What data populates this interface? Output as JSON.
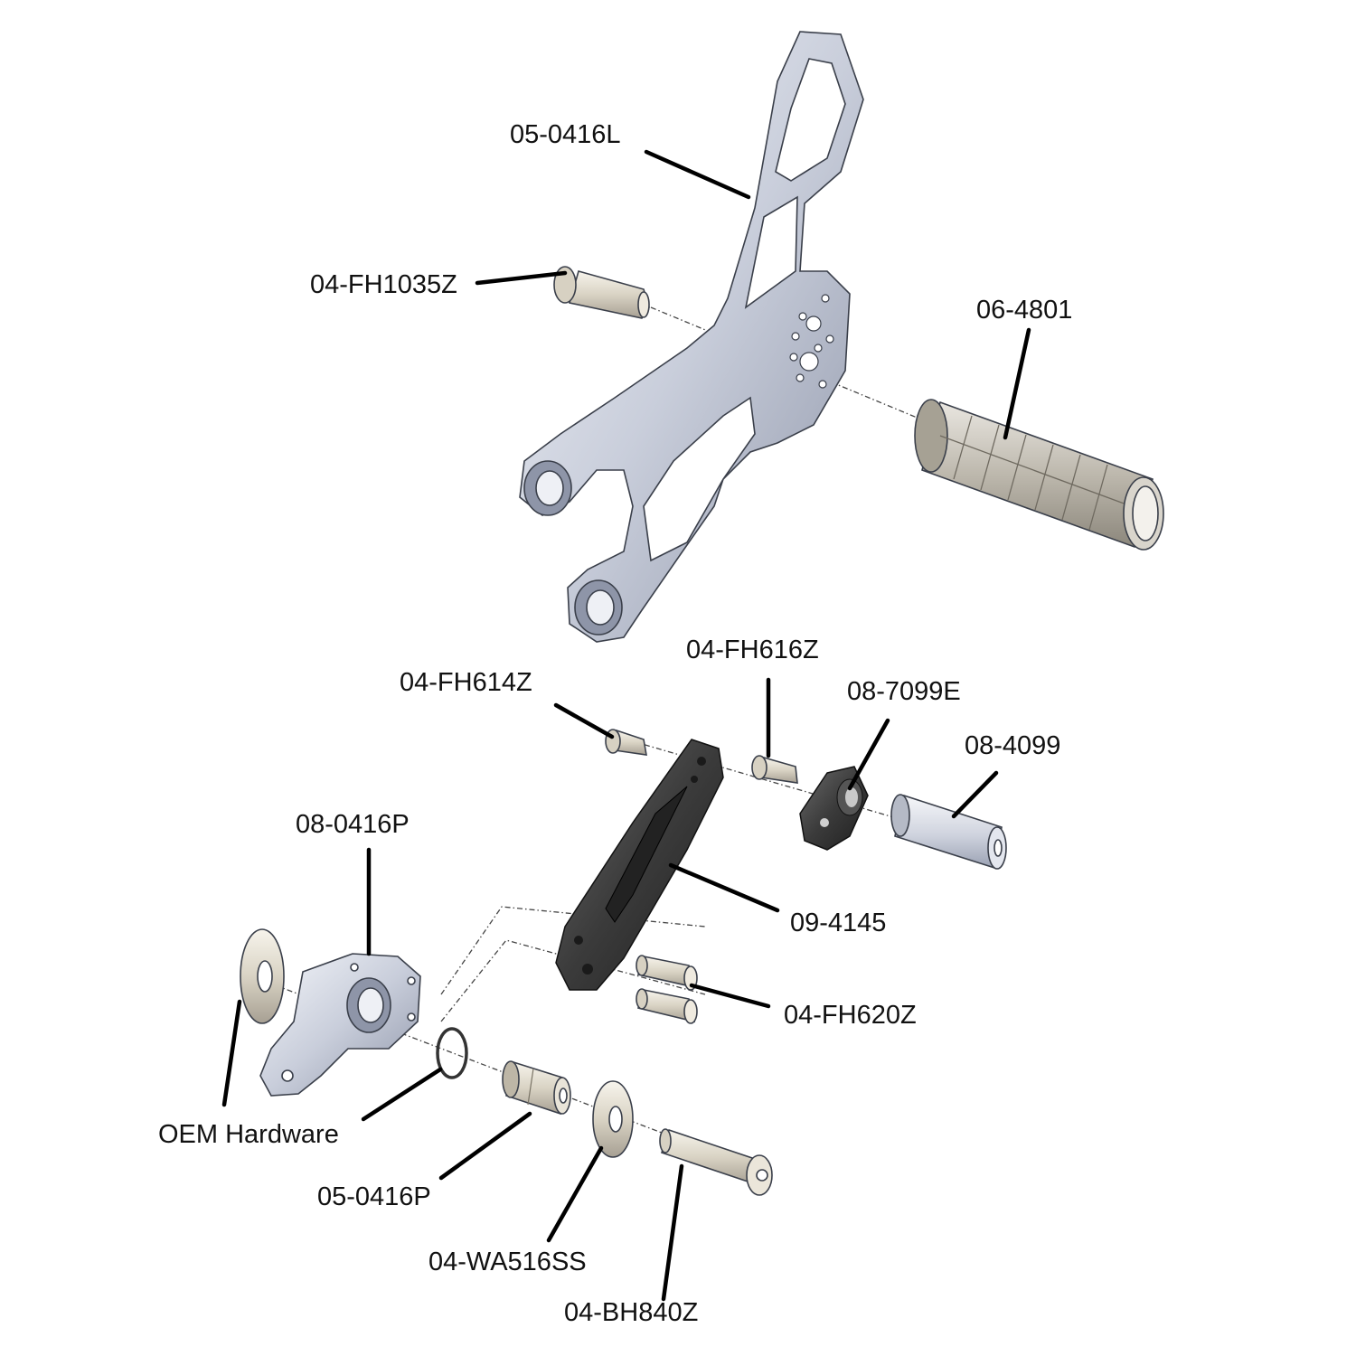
{
  "colors": {
    "metal_light": "#e8ebf2",
    "metal_mid": "#c3c8d6",
    "metal_dark": "#8e95a8",
    "black_part": "#3b3b3b",
    "label_text": "#111111",
    "leader_line": "#000000"
  },
  "labels": {
    "rearset_plate": "05-0416L",
    "plate_bolt": "04-FH1035Z",
    "foot_peg": "06-4801",
    "link_bolt_upper": "04-FH614Z",
    "mount_bolt": "04-FH616Z",
    "eccentric": "08-7099E",
    "spacer": "08-4099",
    "pivot_arm": "08-0416P",
    "link_plate": "09-4145",
    "link_bolts": "04-FH620Z",
    "oem_hardware": "OEM Hardware",
    "pivot_bushing": "05-0416P",
    "washer": "04-WA516SS",
    "pivot_bolt": "04-BH840Z"
  }
}
